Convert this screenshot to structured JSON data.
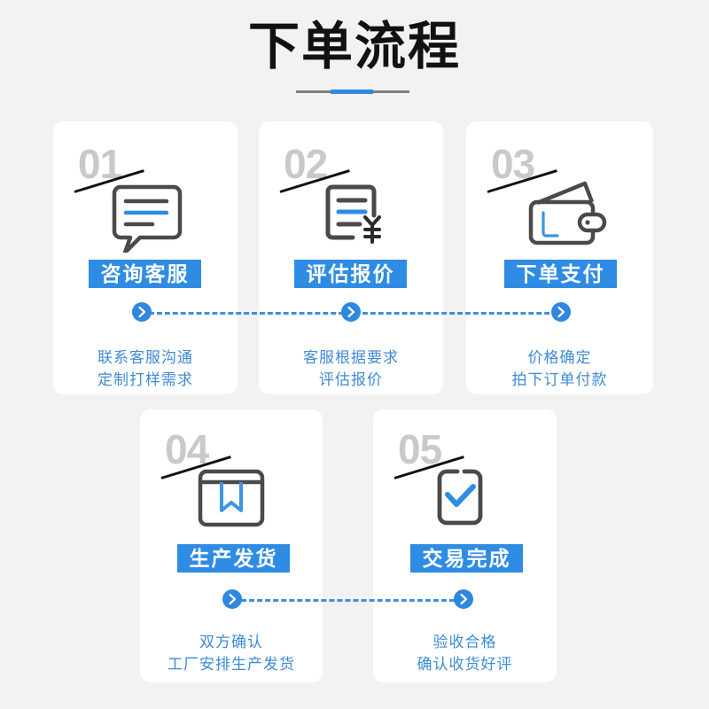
{
  "header": {
    "title": "下单流程",
    "divider_gray_color": "#808080",
    "divider_blue_color": "#2f8ce4"
  },
  "theme": {
    "background": "#f2f2f2",
    "card_background": "#ffffff",
    "accent_blue": "#2f8ce4",
    "icon_gray": "#4a4a4a",
    "number_gray": "#c9c9c9",
    "desc_blue": "#3e8bd6",
    "connector_blue": "#3f8ee0"
  },
  "steps": [
    {
      "number": "01",
      "icon": "speech-bubble-icon",
      "badge_label": "咨询客服",
      "desc_line1": "联系客服沟通",
      "desc_line2": "定制打样需求"
    },
    {
      "number": "02",
      "icon": "invoice-yuan-icon",
      "badge_label": "评估报价",
      "desc_line1": "客服根据要求",
      "desc_line2": "评估报价"
    },
    {
      "number": "03",
      "icon": "wallet-icon",
      "badge_label": "下单支付",
      "desc_line1": "价格确定",
      "desc_line2": "拍下订单付款"
    },
    {
      "number": "04",
      "icon": "package-box-icon",
      "badge_label": "生产发货",
      "desc_line1": "双方确认",
      "desc_line2": "工厂安排生产发货"
    },
    {
      "number": "05",
      "icon": "checkbox-check-icon",
      "badge_label": "交易完成",
      "desc_line1": "验收合格",
      "desc_line2": "确认收货好评"
    }
  ],
  "connectors": {
    "arrow_glyph": "›",
    "count_row1": 3,
    "count_row2": 2
  }
}
